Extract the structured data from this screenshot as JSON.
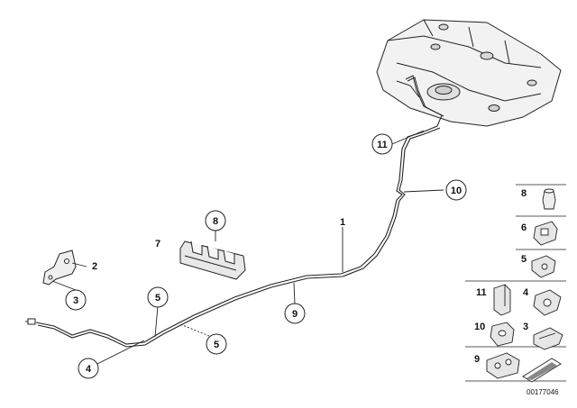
{
  "diagram": {
    "document_number": "00177046",
    "callouts": [
      {
        "id": "callout-11",
        "label": "11"
      },
      {
        "id": "callout-10",
        "label": "10"
      },
      {
        "id": "callout-8",
        "label": "8"
      },
      {
        "id": "callout-5a",
        "label": "5"
      },
      {
        "id": "callout-9",
        "label": "9"
      },
      {
        "id": "callout-3",
        "label": "3"
      },
      {
        "id": "callout-4",
        "label": "4"
      },
      {
        "id": "callout-5b",
        "label": "5"
      }
    ],
    "plain_labels": [
      {
        "id": "label-1",
        "label": "1"
      },
      {
        "id": "label-2",
        "label": "2"
      },
      {
        "id": "label-7",
        "label": "7"
      }
    ],
    "parts_panel": [
      {
        "id": "panel-8",
        "label": "8"
      },
      {
        "id": "panel-6",
        "label": "6"
      },
      {
        "id": "panel-5",
        "label": "5"
      },
      {
        "id": "panel-11",
        "label": "11"
      },
      {
        "id": "panel-4",
        "label": "4"
      },
      {
        "id": "panel-10",
        "label": "10"
      },
      {
        "id": "panel-3",
        "label": "3"
      },
      {
        "id": "panel-9",
        "label": "9"
      }
    ]
  }
}
